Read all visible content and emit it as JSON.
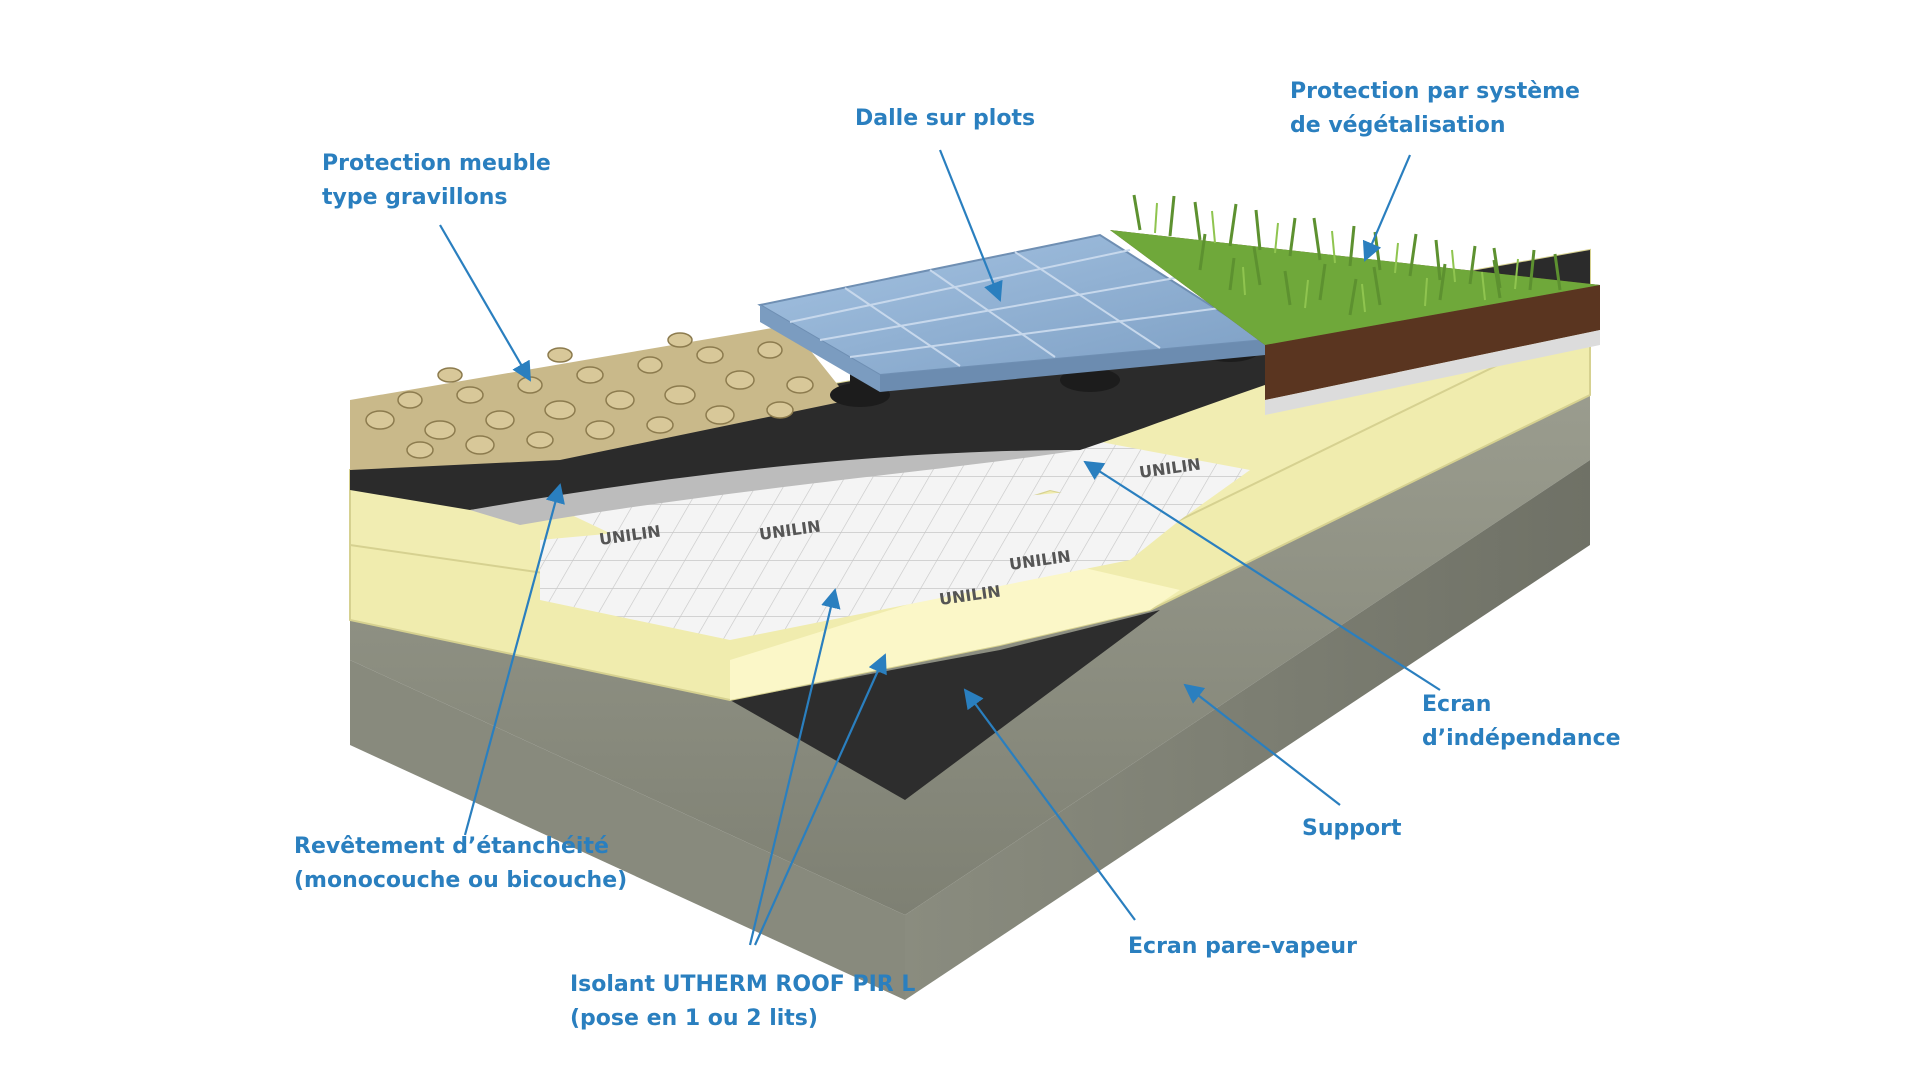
{
  "labels": {
    "gravel": {
      "line1": "Protection meuble",
      "line2": "type gravillons"
    },
    "slab": {
      "line1": "Dalle sur plots"
    },
    "green": {
      "line1": "Protection par système",
      "line2": "de végétalisation"
    },
    "separation": {
      "line1": "Ecran",
      "line2": "d’indépendance"
    },
    "support": {
      "line1": "Support"
    },
    "waterproofing": {
      "line1": "Revêtement d’étanchéité",
      "line2": "(monocouche  ou bicouche)"
    },
    "vapour": {
      "line1": "Ecran pare-vapeur"
    },
    "insulation": {
      "line1": "Isolant UTHERM ROOF PIR L",
      "line2": "(pose en 1 ou 2 lits)"
    }
  },
  "board_brand": "UNILIN",
  "colors": {
    "label": "#2a7fbf",
    "concrete": "#8d8f82",
    "insulation": "#f1eeb4",
    "membrane": "#2b2b2b",
    "slab": "#8fb2d6",
    "grass": "#6fa83a",
    "soil": "#6b4226"
  }
}
